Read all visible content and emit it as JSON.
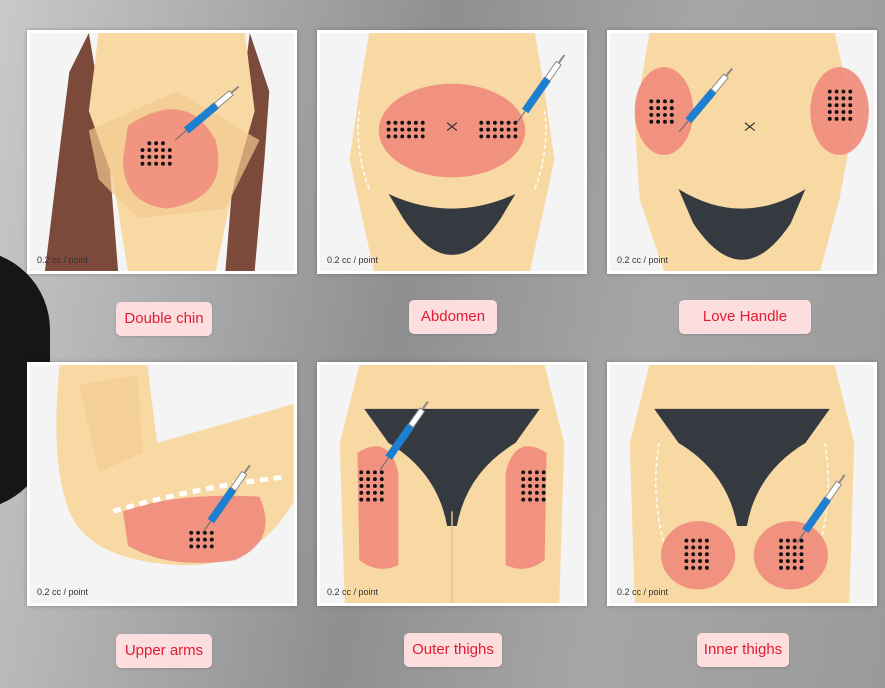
{
  "panels": [
    {
      "label": "Double chin",
      "dose": "0.2 cc / point"
    },
    {
      "label": "Abdomen",
      "dose": "0.2 cc / point"
    },
    {
      "label": "Love Handle",
      "dose": "0.2 cc / point"
    },
    {
      "label": "Upper arms",
      "dose": "0.2 cc / point"
    },
    {
      "label": "Outer thighs",
      "dose": "0.2 cc / point"
    },
    {
      "label": "Inner thighs",
      "dose": "0.2 cc / point"
    }
  ],
  "colors": {
    "skin": "#f8d9a3",
    "treatment_zone": "#f08a7c",
    "label_text": "#e21c32",
    "label_bg": "#fcdede",
    "underwear": "#343a40",
    "hair": "#7c4a3a",
    "syringe": "#1e7fd1"
  }
}
